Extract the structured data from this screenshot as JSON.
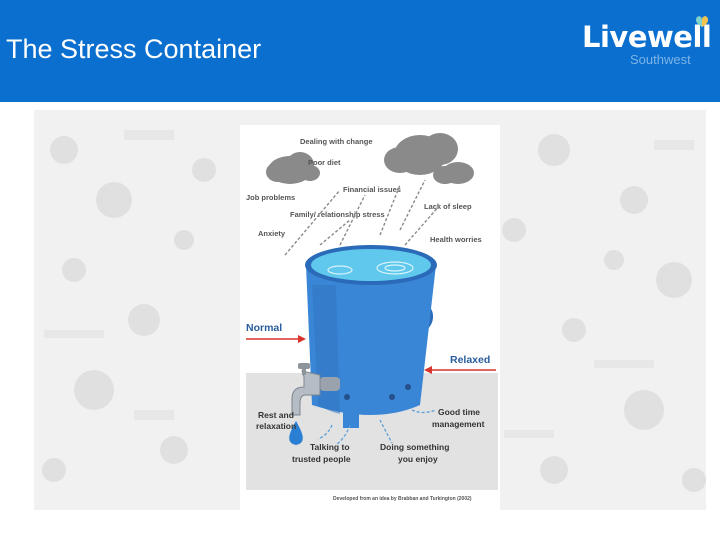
{
  "slide": {
    "title": "The Stress Container"
  },
  "logo": {
    "name": "Livewell",
    "sub": "Southwest"
  },
  "diagram": {
    "stressors": [
      "Dealing with change",
      "Poor diet",
      "Financial issues",
      "Job problems",
      "Lack of sleep",
      "Family/ relationship stress",
      "Anxiety",
      "Health worries"
    ],
    "levels": {
      "normal": "Normal",
      "relaxed": "Relaxed"
    },
    "coping": {
      "rest_line1": "Rest and",
      "rest_line2": "relaxation",
      "talking_line1": "Talking to",
      "talking_line2": "trusted people",
      "doing_line1": "Doing something",
      "doing_line2": "you enjoy",
      "time_line1": "Good time",
      "time_line2": "management"
    },
    "credit": "Developed from an idea by Brabban and Turkington (2002)"
  },
  "colors": {
    "header": "#0a6fcf",
    "bucket": "#3a86d6",
    "water": "#5fc8ec",
    "arrow": "#d9342b"
  }
}
